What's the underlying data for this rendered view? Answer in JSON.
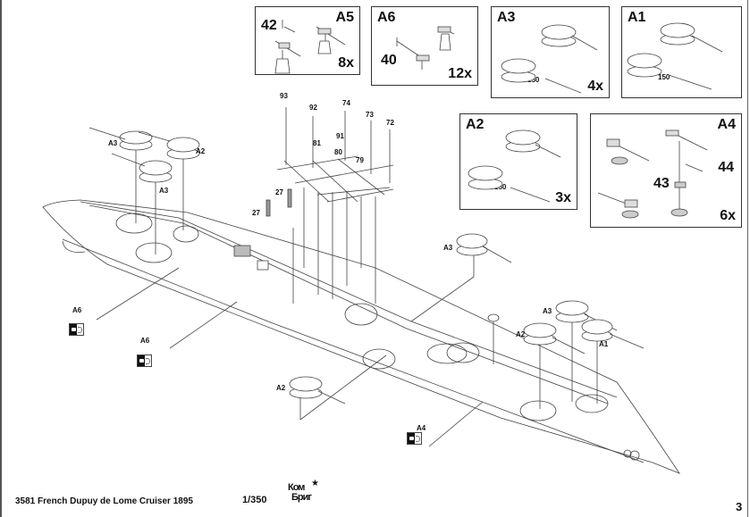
{
  "document": {
    "product_code": "3581",
    "title": "3581  French Dupuy de Lome Cruiser 1895",
    "scale": "1/350",
    "brand_logo": {
      "line1": "Ком",
      "line2": "Бриг",
      "icon": "star-icon"
    },
    "page_number": "3"
  },
  "insets": [
    {
      "id": "A5",
      "label": "A5",
      "quantity": "8x",
      "parts": [
        "42"
      ]
    },
    {
      "id": "A6",
      "label": "A6",
      "quantity": "12x",
      "parts": [
        "40"
      ]
    },
    {
      "id": "A3",
      "label": "A3",
      "quantity": "4x",
      "parts": [
        "150"
      ]
    },
    {
      "id": "A1",
      "label": "A1",
      "quantity": "",
      "parts": [
        "150"
      ]
    },
    {
      "id": "A2",
      "label": "A2",
      "quantity": "3x",
      "parts": [
        "150"
      ]
    },
    {
      "id": "A4",
      "label": "A4",
      "quantity": "6x",
      "parts": [
        "43",
        "44"
      ]
    }
  ],
  "mast_parts": [
    "93",
    "92",
    "74",
    "73",
    "72",
    "91",
    "81",
    "80",
    "79"
  ],
  "ladder_parts": [
    "27",
    "27"
  ],
  "callouts": {
    "turret_fore_a3_top": "A3",
    "turret_fore_a2": "A2",
    "turret_fore_a3_bottom": "A3",
    "turret_mid_a3": "A3",
    "turret_aft_a3": "A3",
    "turret_aft_a2": "A2",
    "turret_aft_a1": "A1",
    "turret_side_a2": "A2",
    "gun_a6_left": "A6",
    "gun_a6_mid": "A6",
    "gun_a4_side": "A4"
  },
  "icons": {
    "flip_side": "flip-side-icon"
  }
}
